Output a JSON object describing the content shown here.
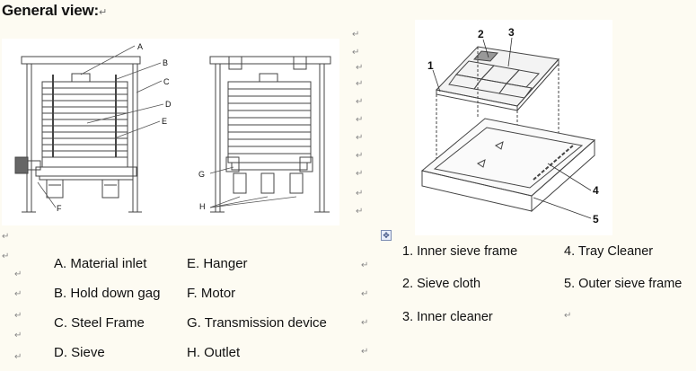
{
  "document": {
    "title": "General view:",
    "para_mark": "↵",
    "anchor_icon": "move-anchor-icon"
  },
  "diagram_left": {
    "callouts": [
      "A",
      "B",
      "C",
      "D",
      "E",
      "F",
      "G",
      "H"
    ]
  },
  "diagram_right": {
    "callouts": [
      "1",
      "2",
      "3",
      "4",
      "5"
    ]
  },
  "legend_left": {
    "col1": [
      "A. Material inlet",
      "B. Hold down gag",
      "C. Steel Frame",
      "D. Sieve"
    ],
    "col2": [
      "E. Hanger",
      "F. Motor",
      "G. Transmission device",
      "H. Outlet"
    ]
  },
  "legend_right": {
    "col1": [
      "1. Inner sieve frame",
      "2. Sieve cloth",
      "3. Inner cleaner"
    ],
    "col2": [
      "4. Tray Cleaner",
      "5. Outer sieve frame"
    ]
  }
}
